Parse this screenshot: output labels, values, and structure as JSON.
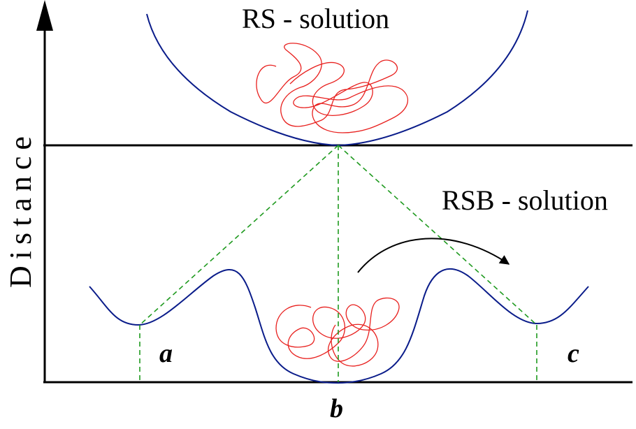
{
  "labels": {
    "rs_solution": "RS - solution",
    "rsb_solution": "RSB - solution",
    "y_axis": "Distance",
    "point_a": "a",
    "point_b": "b",
    "point_c": "c"
  },
  "colors": {
    "axis": "#000000",
    "landscape_curve": "#0a1c8a",
    "trajectory": "#e8201e",
    "projection_lines": "#1f9a1f",
    "arrow": "#000000"
  }
}
